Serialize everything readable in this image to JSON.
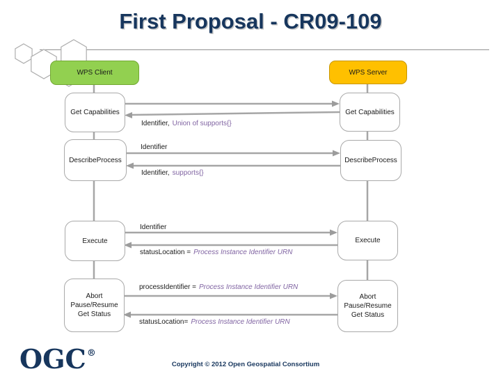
{
  "slide": {
    "title": "First Proposal - CR09-109",
    "footer": "Copyright © 2012 Open Geospatial Consortium",
    "logo_text": "OGC",
    "logo_reg": "®"
  },
  "colors": {
    "title_navy": "#17365D",
    "client_green": "#92D050",
    "server_orange": "#FFC000",
    "purple": "#8064A2",
    "line_gray": "#A6A6A6"
  },
  "actors": {
    "client_label": "WPS Client",
    "server_label": "WPS Server"
  },
  "boxes": {
    "client_getcap": "Get Capabilities",
    "server_getcap": "Get Capabilities",
    "client_describe": "DescribeProcess",
    "server_describe": "DescribeProcess",
    "client_execute": "Execute",
    "server_execute": "Execute",
    "client_abort_line1": "Abort",
    "client_abort_line2": "Pause/Resume",
    "client_abort_line3": "Get Status",
    "server_abort_line1": "Abort",
    "server_abort_line2": "Pause/Resume",
    "server_abort_line3": "Get Status"
  },
  "messages": {
    "getcap_response_plain": "Identifier,",
    "getcap_response_purple": "Union of supports{}",
    "describe_request": "Identifier",
    "describe_response_plain": "Identifier,",
    "describe_response_purple": "supports{}",
    "execute_request": "Identifier",
    "execute_response_plain": "statusLocation =",
    "execute_response_purple": "Process Instance Identifier URN",
    "abort_request_plain": "processIdentifier =",
    "abort_request_purple": "Process Instance Identifier URN",
    "abort_response_plain": "statusLocation=",
    "abort_response_purple": "Process Instance Identifier URN"
  }
}
